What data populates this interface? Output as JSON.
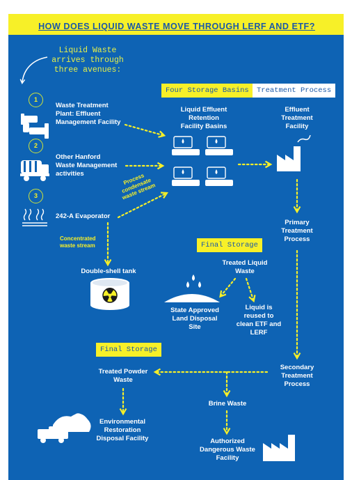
{
  "title": "HOW DOES LIQUID WASTE MOVE THROUGH LERF AND ETF?",
  "intro": [
    "Liquid Waste",
    "arrives through",
    "three avenues:"
  ],
  "sources": [
    {
      "number": "1",
      "label": [
        "Waste Treatment",
        "Plant: Effluent",
        "Management Facility"
      ]
    },
    {
      "number": "2",
      "label": [
        "Other Hanford",
        "Waste Management",
        "activities"
      ]
    },
    {
      "number": "3",
      "label": [
        "242-A Evaporator"
      ]
    }
  ],
  "tags": {
    "four_storage_basins": "Four Storage Basins",
    "treatment_process": "Treatment Process",
    "final_storage_1": "Final Storage",
    "final_storage_2": "Final Storage"
  },
  "nodes": {
    "lerf_basins": [
      "Liquid Effluent",
      "Retention",
      "Facility Basins"
    ],
    "etf": [
      "Effluent",
      "Treatment",
      "Facility"
    ],
    "primary": [
      "Primary",
      "Treatment",
      "Process"
    ],
    "treated_liquid": [
      "Treated Liquid",
      "Waste"
    ],
    "land_disposal": [
      "State Approved",
      "Land Disposal",
      "Site"
    ],
    "reused": [
      "Liquid is",
      "reused to",
      "clean ETF and",
      "LERF"
    ],
    "secondary": [
      "Secondary",
      "Treatment",
      "Process"
    ],
    "treated_powder": [
      "Treated Powder",
      "Waste"
    ],
    "brine": "Brine Waste",
    "erdf": [
      "Environmental",
      "Restoration",
      "Disposal Facility"
    ],
    "dangerous": [
      "Authorized",
      "Dangerous Waste",
      "Facility"
    ],
    "dst": "Double-shell tank"
  },
  "streams": {
    "process_condensate": [
      "Process",
      "condensate",
      "waste stream"
    ],
    "concentrated": [
      "Concentrated",
      "waste stream"
    ]
  },
  "colors": {
    "background": "#0e63b4",
    "accent": "#f7f028",
    "text": "#ffffff"
  }
}
